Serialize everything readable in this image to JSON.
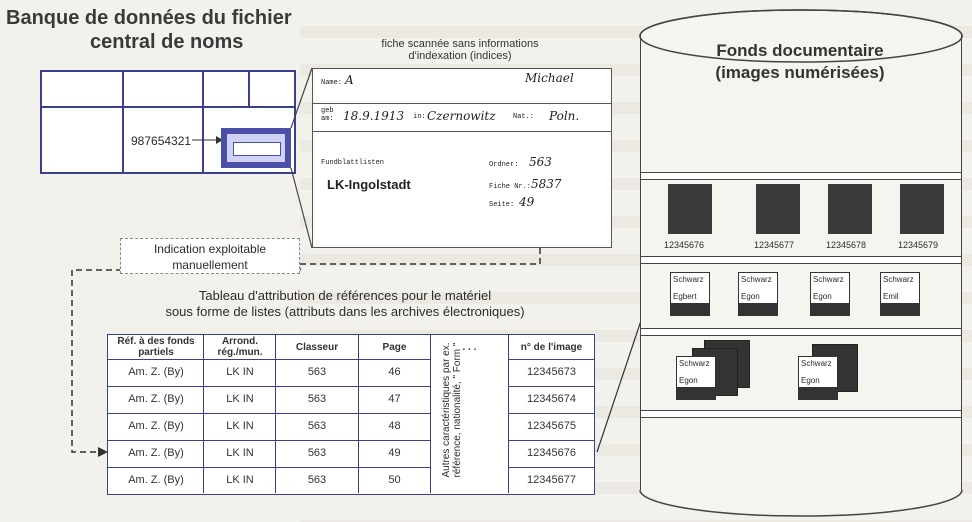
{
  "title": {
    "line1": "Banque de données du fichier",
    "line2": "central de noms"
  },
  "grid": {
    "id_value": "987654321"
  },
  "card": {
    "caption_l1": "fiche scannée sans informations",
    "caption_l2": "d'indexation (indices)",
    "name_label": "Name:",
    "name_value": "A",
    "name_value2": "Michael",
    "geb_label": "geb am:",
    "geb_value": "18.9.1913",
    "in_label": "in:",
    "in_value": "Czernowitz",
    "nat_label": "Nat.:",
    "nat_value": "Poln.",
    "list_label": "Fundblattlisten",
    "lk": "LK-Ingolstadt",
    "ordner_label": "Ordner:",
    "ordner_value": "563",
    "fiche_label": "Fiche Nr.:",
    "fiche_value": "5837",
    "seite_label": "Seite:",
    "seite_value": "49"
  },
  "note": {
    "l1": "Indication exploitable",
    "l2": "manuellement"
  },
  "table_title": {
    "l1": "Tableau d'attribution de références pour le matériel",
    "l2": "sous forme de listes (attributs dans les archives électroniques)"
  },
  "table": {
    "headers": [
      "Réf. à des fonds partiels",
      "Arrond. rég./mun.",
      "Classeur",
      "Page",
      ". . .",
      "n° de l'image"
    ],
    "rows": [
      [
        "Am. Z. (By)",
        "LK IN",
        "563",
        "46",
        "12345673"
      ],
      [
        "Am. Z. (By)",
        "LK IN",
        "563",
        "47",
        "12345674"
      ],
      [
        "Am. Z. (By)",
        "LK IN",
        "563",
        "48",
        "12345675"
      ],
      [
        "Am. Z. (By)",
        "LK IN",
        "563",
        "49",
        "12345676"
      ],
      [
        "Am. Z. (By)",
        "LK IN",
        "563",
        "50",
        "12345677"
      ]
    ],
    "rotated_note": "Autres caractéristiques par ex. référence, nationalité, \" Form \""
  },
  "fonds": {
    "title_l1": "Fonds documentaire",
    "title_l2": "(images numérisées)",
    "image_numbers": [
      "12345676",
      "12345677",
      "12345678",
      "12345679"
    ],
    "folders_row1": [
      {
        "name": "Schwarz",
        "first": "Egbert"
      },
      {
        "name": "Schwarz",
        "first": "Egon"
      },
      {
        "name": "Schwarz",
        "first": "Egon"
      },
      {
        "name": "Schwarz",
        "first": "Emil"
      }
    ],
    "folders_row2": [
      {
        "name": "Schwarz",
        "first": "Egon"
      },
      {
        "name": "Schwarz",
        "first": "Egon"
      }
    ]
  }
}
